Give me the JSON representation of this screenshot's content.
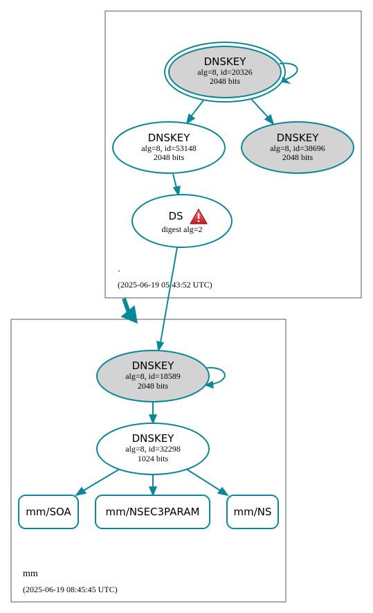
{
  "colors": {
    "edge": "#0a879a",
    "node_fill_grey": "#d3d3d3",
    "cluster_border": "#555555"
  },
  "root_zone": {
    "name": ".",
    "timestamp": "(2025-06-19 05:43:52 UTC)",
    "ksk": {
      "title": "DNSKEY",
      "alg": "alg=8, id=20326",
      "bits": "2048 bits"
    },
    "zsk1": {
      "title": "DNSKEY",
      "alg": "alg=8, id=53148",
      "bits": "2048 bits"
    },
    "zsk2": {
      "title": "DNSKEY",
      "alg": "alg=8, id=38696",
      "bits": "2048 bits"
    },
    "ds": {
      "title": "DS",
      "digest": "digest alg=2",
      "icon": "warning-icon"
    }
  },
  "mm_zone": {
    "name": "mm",
    "timestamp": "(2025-06-19 08:45:45 UTC)",
    "ksk": {
      "title": "DNSKEY",
      "alg": "alg=8, id=18589",
      "bits": "2048 bits"
    },
    "zsk": {
      "title": "DNSKEY",
      "alg": "alg=8, id=32298",
      "bits": "1024 bits"
    },
    "rrsets": [
      "mm/SOA",
      "mm/NSEC3PARAM",
      "mm/NS"
    ]
  }
}
